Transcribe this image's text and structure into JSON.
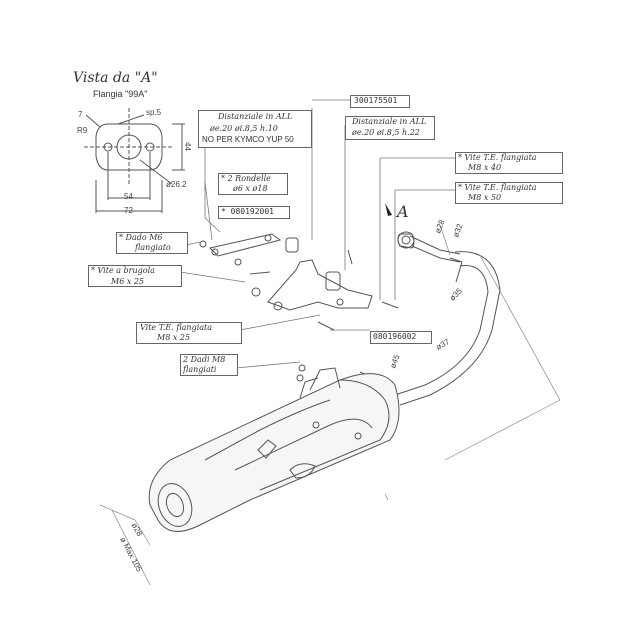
{
  "view": {
    "title": "Vista da \"A\"",
    "subtitle": "Flangia \"99A\"",
    "dims": {
      "sp": "sp.5",
      "seven": "7",
      "r9": "R9",
      "d44": "44",
      "d262": "ø26.2",
      "d54": "54",
      "d72": "72"
    },
    "view_marker": "A"
  },
  "callouts": {
    "spacer1_code": "300175501",
    "spacer1_l1": "Distanziale in ALL",
    "spacer1_l2": "øe.20  øi.8,5  h.10",
    "spacer1_l3": "NO PER  KYMCO YUP 50",
    "spacer2_l1": "Distanziale in ALL",
    "spacer2_l2": "øe.20  øi.8,5  h.22",
    "washers_l1": "* 2 Rondelle",
    "washers_l2": "ø6  x ø18",
    "code_bracket": "* 080192001",
    "nut_l1": "* Dado M6",
    "nut_l2": "flangiato",
    "screw_l1": "* Vite a brugola",
    "screw_l2": "M6  x  25",
    "vite40_l1": "* Vite T.E. flangiata",
    "vite40_l2": "M8  x  40",
    "vite50_l1": "* Vite T.E. flangiata",
    "vite50_l2": "M8  x  50",
    "vite25_l1": "Vite T.E. flangiata",
    "vite25_l2": "M8  x  25",
    "dadi_l1": "2 Dadi M8",
    "dadi_l2": "flangiati",
    "code_bracket2": "080196002"
  },
  "pipe_dims": {
    "d28": "ø28",
    "d32": "ø32",
    "d35": "ø35",
    "d37": "ø37",
    "d45": "ø45",
    "d28b": "ø28",
    "d105": "ø Max 105"
  }
}
